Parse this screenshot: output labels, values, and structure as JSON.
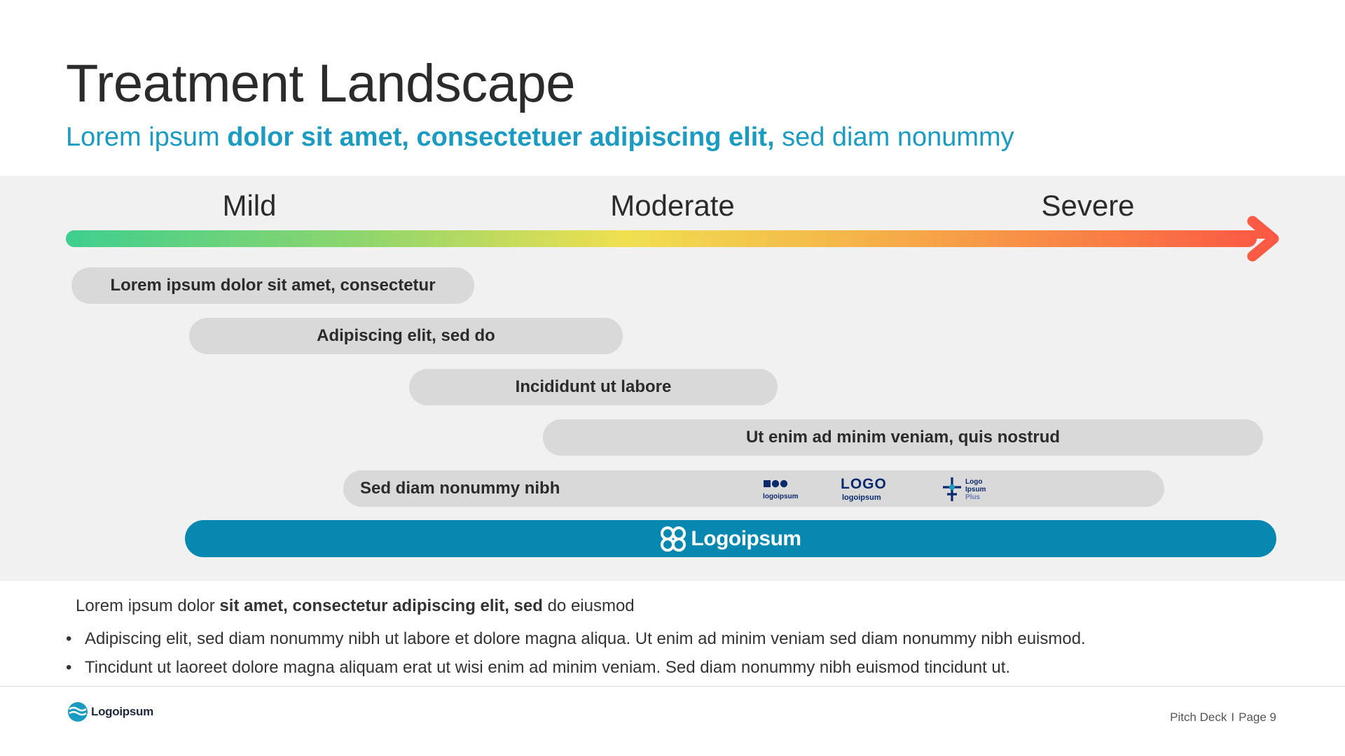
{
  "slide": {
    "title": "Treatment Landscape",
    "subtitle": {
      "part1": "Lorem ipsum ",
      "bold": "dolor sit amet, consectetuer adipiscing elit,",
      "part2": " sed diam nonummy"
    }
  },
  "severity_scale": {
    "labels": [
      "Mild",
      "Moderate",
      "Severe"
    ],
    "gradient_colors": [
      "#3ecf8e",
      "#8fd66c",
      "#f0e050",
      "#f5b048",
      "#f97c45",
      "#fb5a44"
    ]
  },
  "treatments": [
    {
      "label": "Lorem ipsum dolor sit amet, consectetur"
    },
    {
      "label": "Adipiscing elit, sed do"
    },
    {
      "label": "Incididunt ut labore"
    },
    {
      "label": "Ut enim ad minim veniam, quis nostrud"
    },
    {
      "label": "Sed diam nonummy nibh",
      "logos": [
        {
          "name": "logoipsum",
          "icon": "squares-dots-logo"
        },
        {
          "name": "logoipsum",
          "icon": "logo-wordmark",
          "mark": "LOGO"
        },
        {
          "name": "Logo Ipsum Plus",
          "icon": "cross-logo",
          "line1": "Logo",
          "line2": "Ipsum",
          "line3": "Plus"
        }
      ]
    }
  ],
  "highlight": {
    "label": "Logoipsum",
    "color": "#0788b0"
  },
  "body": {
    "lead_prefix": "Lorem ipsum dolor ",
    "lead_bold": "sit amet, consectetur adipiscing elit, sed",
    "lead_suffix": " do eiusmod",
    "bullets": [
      "Adipiscing elit, sed diam nonummy nibh ut labore et dolore magna aliqua. Ut enim ad minim veniam  sed diam nonummy nibh euismod.",
      "Tincidunt ut laoreet dolore magna aliquam erat ut wisi enim ad minim veniam. Sed diam nonummy nibh euismod tincidunt ut."
    ]
  },
  "footer": {
    "logo_text": "Logoipsum",
    "deck": "Pitch Deck",
    "separator": "I",
    "page": "Page 9"
  }
}
